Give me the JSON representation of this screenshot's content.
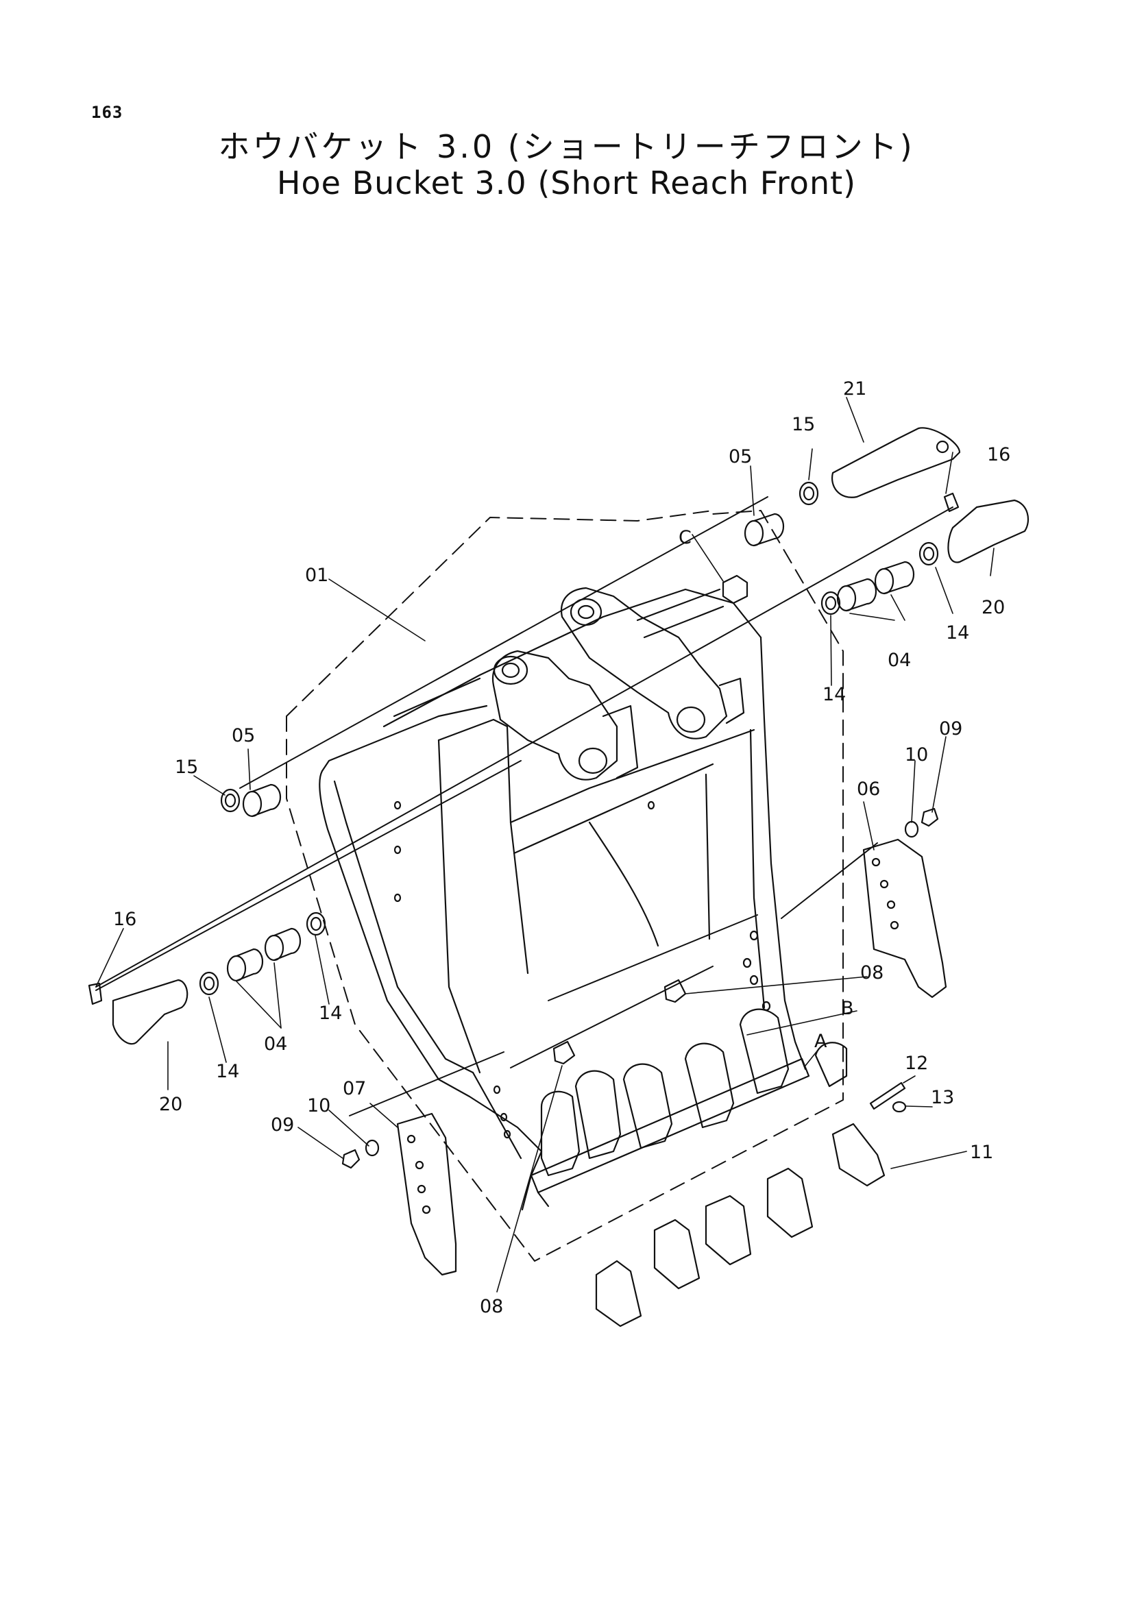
{
  "page_number": "163",
  "title_jp": "ホウバケット 3.0 (ショートリーチフロント)",
  "title_en": "Hoe Bucket 3.0 (Short Reach Front)",
  "callouts": {
    "c01": "01",
    "c04a": "04",
    "c04b": "04",
    "c05a": "05",
    "c05b": "05",
    "c06": "06",
    "c07": "07",
    "c08a": "08",
    "c08b": "08",
    "c09a": "09",
    "c09b": "09",
    "c10a": "10",
    "c10b": "10",
    "c11": "11",
    "c12": "12",
    "c13": "13",
    "c14a": "14",
    "c14b": "14",
    "c14c": "14",
    "c14d": "14",
    "c15a": "15",
    "c15b": "15",
    "c16a": "16",
    "c16b": "16",
    "c20a": "20",
    "c20b": "20",
    "c21": "21",
    "cA": "A",
    "cB": "B",
    "cC": "C"
  }
}
